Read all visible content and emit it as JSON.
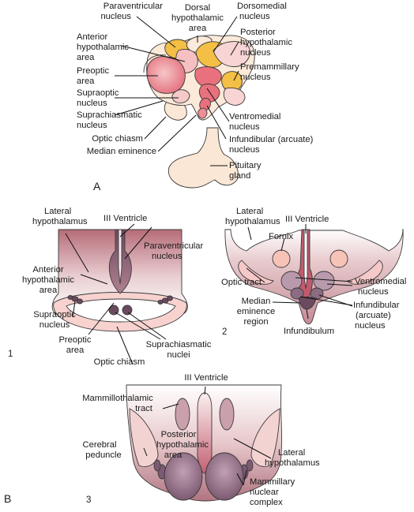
{
  "panelA": {
    "letter": "A",
    "labels": {
      "paraventricular": [
        "Paraventricular",
        "nucleus"
      ],
      "dorsal_hypothalamic": [
        "Dorsal",
        "hypothalamic",
        "area"
      ],
      "dorsomedial": [
        "Dorsomedial",
        "nucleus"
      ],
      "anterior_hypothalamic": [
        "Anterior",
        "hypothalamic",
        "area"
      ],
      "posterior_hypothalamic": [
        "Posterior",
        "hypothalamic",
        "nucleus"
      ],
      "preoptic": [
        "Preoptic",
        "area"
      ],
      "premammillary": [
        "Premammillary",
        "nucleus"
      ],
      "supraoptic": [
        "Supraoptic",
        "nucleus"
      ],
      "suprachiasmatic": [
        "Suprachiasmatic",
        "nucleus"
      ],
      "ventromedial": [
        "Ventromedial",
        "nucleus"
      ],
      "optic_chiasm": [
        "Optic chiasm"
      ],
      "infundibular": [
        "Infundibular (arcuate)",
        "nucleus"
      ],
      "median_eminence": [
        "Median eminence"
      ],
      "pituitary": [
        "Pituitary",
        "gland"
      ]
    }
  },
  "panelB": {
    "letter": "B",
    "section1": {
      "number": "1",
      "labels": {
        "lateral_hypothalamus": [
          "Lateral",
          "hypothalamus"
        ],
        "third_ventricle": [
          "III Ventricle"
        ],
        "paraventricular": [
          "Paraventricular",
          "nucleus"
        ],
        "anterior_hypothalamic": [
          "Anterior",
          "hypothalamic",
          "area"
        ],
        "supraoptic": [
          "Supraoptic",
          "nucleus"
        ],
        "preoptic": [
          "Preoptic",
          "area"
        ],
        "suprachiasmatic": [
          "Suprachiasmatic",
          "nuclei"
        ],
        "optic_chiasm": [
          "Optic chiasm"
        ]
      }
    },
    "section2": {
      "number": "2",
      "labels": {
        "lateral_hypothalamus": [
          "Lateral",
          "hypothalamus"
        ],
        "third_ventricle": [
          "III Ventricle"
        ],
        "fornix": [
          "Fornix"
        ],
        "optic_tract": [
          "Optic tract"
        ],
        "ventromedial": [
          "Ventromedial",
          "nucleus"
        ],
        "median_eminence": [
          "Median",
          "eminence",
          "region"
        ],
        "infundibular": [
          "Infundibular",
          "(arcuate)",
          "nucleus"
        ],
        "infundibulum": [
          "Infundibulum"
        ]
      }
    },
    "section3": {
      "number": "3",
      "labels": {
        "third_ventricle": [
          "III Ventricle"
        ],
        "mammillothalamic": [
          "Mammillothalamic",
          "tract"
        ],
        "cerebral_peduncle": [
          "Cerebral",
          "peduncle"
        ],
        "posterior_hypothalamic": [
          "Posterior",
          "hypothalamic",
          "area"
        ],
        "lateral_hypothalamus": [
          "Lateral",
          "hypothalamus"
        ],
        "mammillary": [
          "Mammillary",
          "nuclear",
          "complex"
        ]
      }
    }
  },
  "colors": {
    "pink": "#e8707e",
    "pink_light": "#f6c9c9",
    "yellow": "#f4c14a",
    "cream": "#fbe8d6",
    "mauve_dark": "#6a4a5f",
    "section_top": "#b56b77",
    "section_bottom": "#ffffff"
  }
}
